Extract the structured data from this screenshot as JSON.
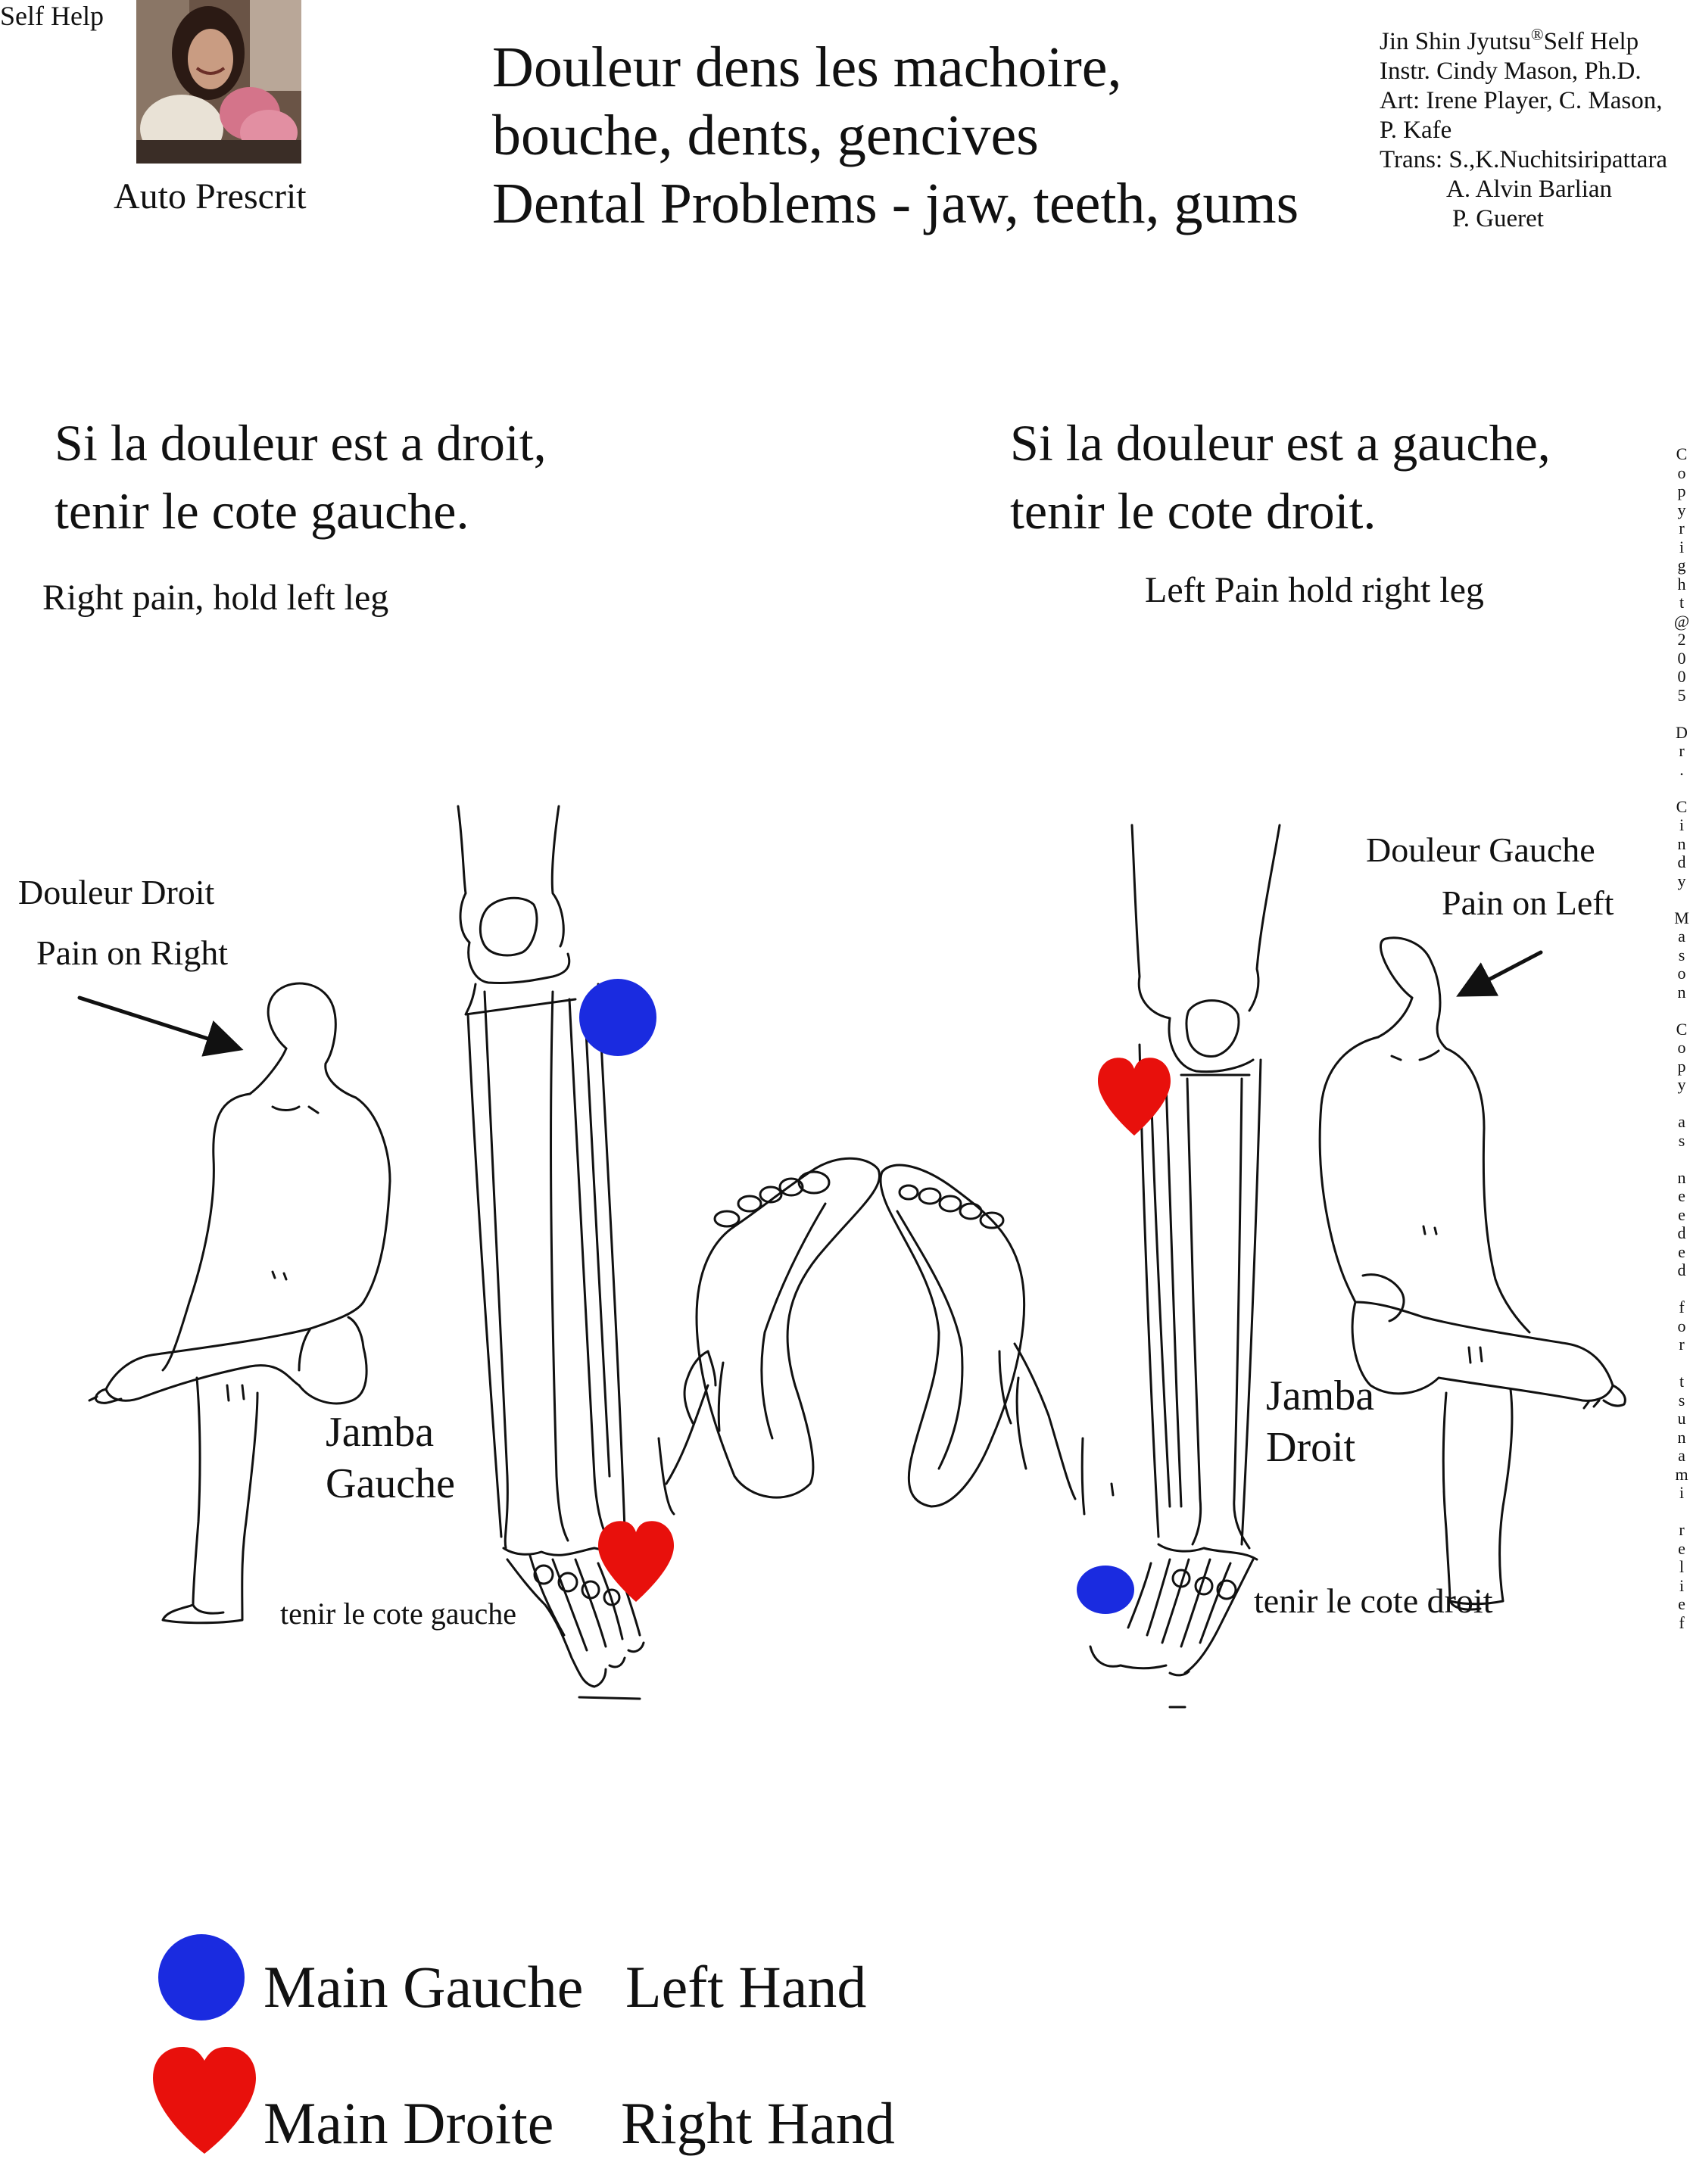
{
  "header": {
    "self_help": "Self Help",
    "auto_prescrit": "Auto Prescrit",
    "title_lines": [
      "Douleur dens les machoire,",
      "bouche, dents, gencives",
      "Dental Problems - jaw, teeth, gums"
    ],
    "credits": {
      "line1_prefix": "Jin Shin Jyutsu",
      "line1_mark": "®",
      "line1_suffix": "Self Help",
      "line2": "Instr.  Cindy Mason, Ph.D.",
      "line3": "Art: Irene Player, C. Mason,",
      "line4": "P. Kafe",
      "line5": "Trans: S.,K.Nuchitsiripattara",
      "line6": "A. Alvin Barlian",
      "line7": "P. Gueret"
    }
  },
  "instructions": {
    "left": {
      "line1": "Si la douleur est a droit,",
      "line2": "tenir le cote gauche.",
      "english": "Right pain, hold left leg"
    },
    "right": {
      "line1": "Si la douleur est a gauche,",
      "line2": "tenir le cote droit.",
      "english": "Left Pain hold right leg"
    }
  },
  "copyright_vertical": "Copyright@2005 Dr. Cindy Mason Copy as needed for tsunami relief",
  "figures": {
    "left": {
      "pain_fr": "Douleur Droit",
      "pain_en": "Pain on Right",
      "leg_line1": "Jamba",
      "leg_line2": "Gauche",
      "hold": "tenir le cote gauche"
    },
    "right": {
      "pain_fr": "Douleur Gauche",
      "pain_en": "Pain on Left",
      "leg_line1": "Jamba",
      "leg_line2": "Droit",
      "hold": "tenir le cote droit"
    }
  },
  "legend": {
    "blue_fr": "Main Gauche",
    "blue_en": "Left Hand",
    "red_fr": "Main Droite",
    "red_en": "Right Hand"
  },
  "colors": {
    "left_hand_marker": "#1a2be0",
    "right_hand_marker": "#e8100c",
    "line_art": "#111111"
  },
  "icons": {
    "left_hand_marker": "blue-circle-icon",
    "right_hand_marker": "red-heart-icon",
    "pain_pointer": "arrow-icon"
  }
}
